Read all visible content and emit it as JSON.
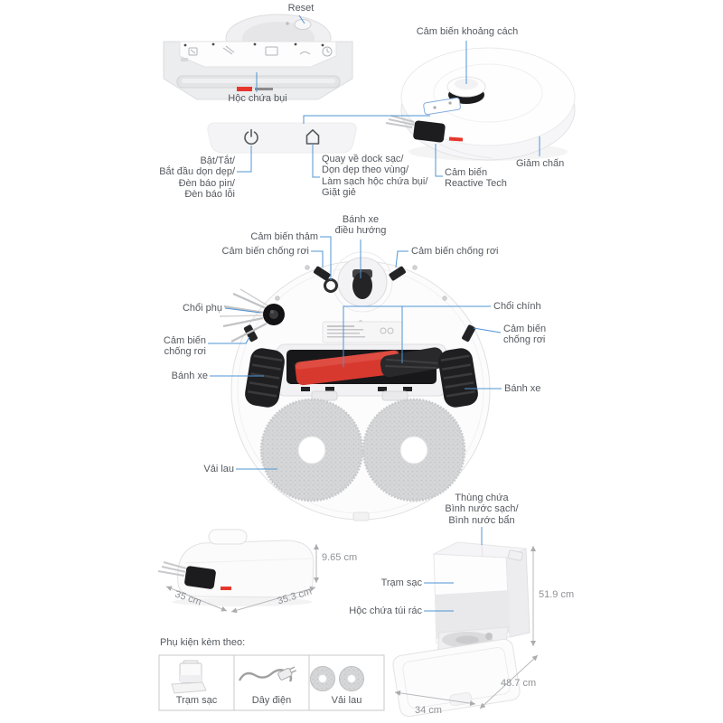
{
  "top_view": {
    "reset": "Reset",
    "dustbox": "Hộc chứa bụi"
  },
  "perspective_view": {
    "distance_sensor": "Cảm biến khoảng cách",
    "bumper": "Giảm chấn",
    "reactive_sensor": [
      "Cảm biến",
      "Reactive Tech"
    ]
  },
  "control_panel": {
    "power_functions": [
      "Bật/Tắt/",
      "Bắt đầu dọn dẹp/",
      "Đèn báo pin/",
      "Đèn báo lỗi"
    ],
    "dock_functions": [
      "Quay về dock sạc/",
      "Dọn dẹp theo vùng/",
      "Làm sạch hộc chứa bụi/",
      "Giặt giẻ"
    ]
  },
  "bottom_view": {
    "caster_wheel": [
      "Bánh xe",
      "điều hướng"
    ],
    "carpet_sensor": "Cảm biến thảm",
    "cliff_sensor_top_left": "Cảm biến chống rơi",
    "cliff_sensor_top_right": "Cảm biến chống rơi",
    "side_brush": "Chổi phụ",
    "main_brush": "Chổi chính",
    "cliff_sensor_left": [
      "Cảm biến",
      "chống rơi"
    ],
    "cliff_sensor_right": [
      "Cảm biến",
      "chống rơi"
    ],
    "wheel_left": "Bánh xe",
    "wheel_right": "Bánh xe",
    "mop_cloth": "Vải lau"
  },
  "side_view_dimensions": {
    "height": "9.65 cm",
    "width": "35 cm",
    "depth": "35.3 cm"
  },
  "dock": {
    "tank_label": [
      "Thùng chứa",
      "Bình nước sạch/",
      "Bình nước bẩn"
    ],
    "station": "Trạm sạc",
    "dust_bag": "Hộc chứa túi rác",
    "height": "51.9 cm",
    "depth": "48.7 cm",
    "width": "34 cm"
  },
  "accessories": {
    "title": "Phụ kiện kèm theo:",
    "items": [
      "Trạm sạc",
      "Dây điện",
      "Vải lau"
    ]
  },
  "colors": {
    "leader_line": "#4f94d4",
    "label_text": "#54595f",
    "dimension_text": "#909296",
    "accent_red": "#e5372c"
  }
}
